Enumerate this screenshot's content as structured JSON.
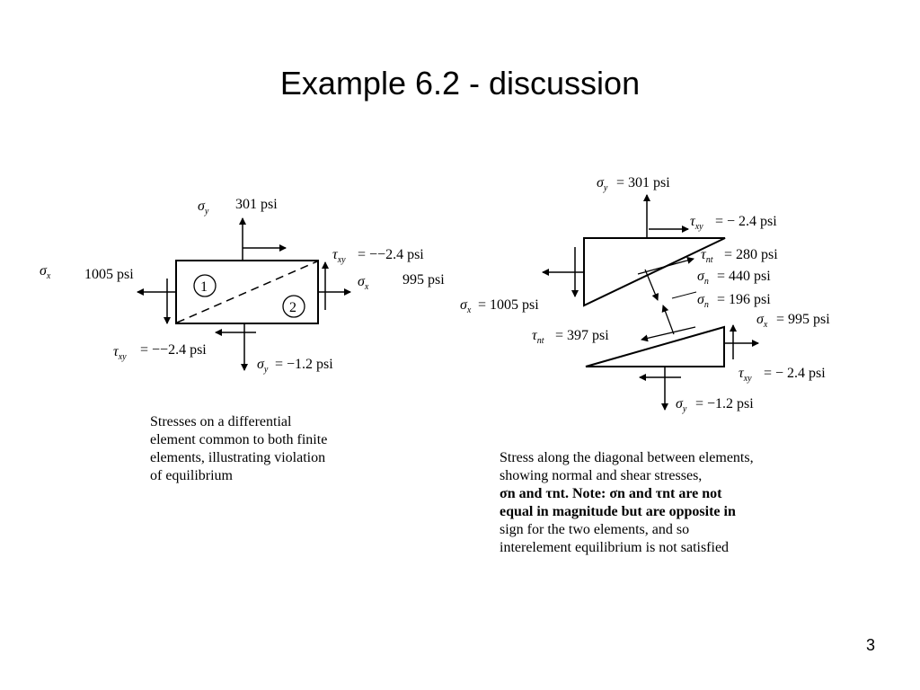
{
  "slide": {
    "title": "Example 6.2 - discussion",
    "page_number": "3"
  },
  "left_figure": {
    "element_labels": [
      "1",
      "2"
    ],
    "sigma_y_top": "301 psi",
    "sigma_x_left": "1005 psi",
    "tau_xy_right": "= −−2.4 psi",
    "sigma_x_right": "995 psi",
    "tau_xy_bottom": "= −−2.4 psi",
    "sigma_y_bottom": "= −1.2 psi",
    "caption_lines": [
      "Stresses on a differential",
      "element common to both finite",
      "elements, illustrating violation",
      "of equilibrium"
    ]
  },
  "right_figure": {
    "sigma_y_top": "= 301 psi",
    "tau_xy_top": "= − 2.4 psi",
    "tau_nt_upper": "= 280 psi",
    "sigma_n_upper": "= 440 psi",
    "sigma_n_lower": "= 196 psi",
    "sigma_x_left": "= 1005 psi",
    "tau_nt_lower": "= 397 psi",
    "sigma_x_right": "= 995 psi",
    "tau_xy_bottom": "= − 2.4 psi",
    "sigma_y_bottom": "= −1.2 psi",
    "caption_lines": [
      "Stress along the diagonal between elements,",
      "showing normal and shear stresses,",
      "σn and τnt. Note: σn and τnt are not",
      "equal in magnitude but are opposite in",
      "sign for the two elements, and so",
      "interelement equilibrium is not satisfied"
    ]
  }
}
